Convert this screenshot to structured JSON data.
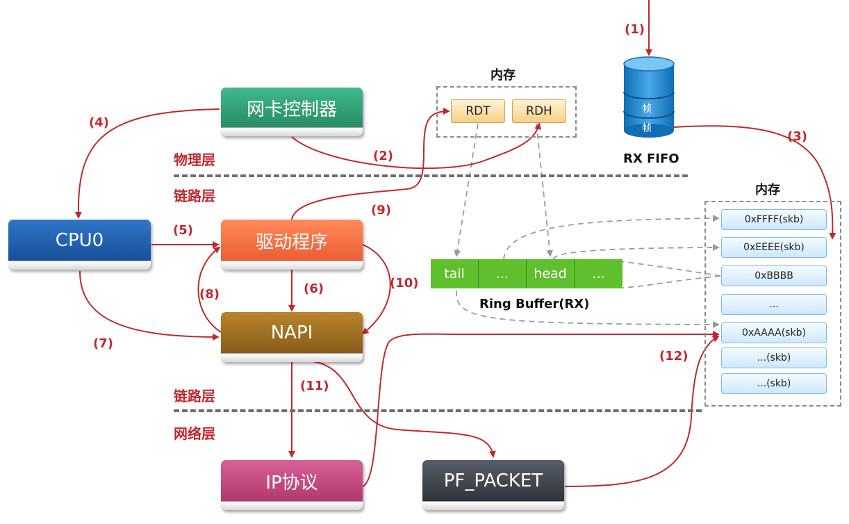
{
  "nodes": {
    "nic_controller": "网卡控制器",
    "cpu0": "CPU0",
    "driver": "驱动程序",
    "napi": "NAPI",
    "ip_protocol": "IP协议",
    "pf_packet": "PF_PACKET"
  },
  "layers": {
    "physical": "物理层",
    "link_top": "链路层",
    "link_bottom": "链路层",
    "network": "网络层"
  },
  "memory_top": {
    "title": "内存",
    "registers": [
      "RDT",
      "RDH"
    ]
  },
  "rx_fifo": {
    "label": "RX FIFO",
    "frames": [
      "帧",
      "帧"
    ]
  },
  "ring_buffer": {
    "label": "Ring Buffer(RX)",
    "cells": [
      "tail",
      "...",
      "head",
      "..."
    ]
  },
  "memory_right": {
    "title": "内存",
    "slots": [
      "0xFFFF(skb)",
      "0xEEEE(skb)",
      "0xBBBB",
      "...",
      "0xAAAA(skb)",
      "...(skb)",
      "...(skb)"
    ]
  },
  "steps": {
    "s1": "(1)",
    "s2": "(2)",
    "s3": "(3)",
    "s4": "(4)",
    "s5": "(5)",
    "s6": "(6)",
    "s7": "(7)",
    "s8": "(8)",
    "s9": "(9)",
    "s10": "(10)",
    "s11": "(11)",
    "s12": "(12)"
  },
  "colors": {
    "nic_controller": "#2e9a72",
    "cpu0": "#1b5aa6",
    "driver": "#f26b3a",
    "napi": "#9a6a1c",
    "ip_protocol": "#c4467d",
    "pf_packet": "#3a3f48",
    "arrow_red": "#c0282e",
    "arrow_gray": "#9a9a9a",
    "ring_cell": "#5fbf2c"
  }
}
